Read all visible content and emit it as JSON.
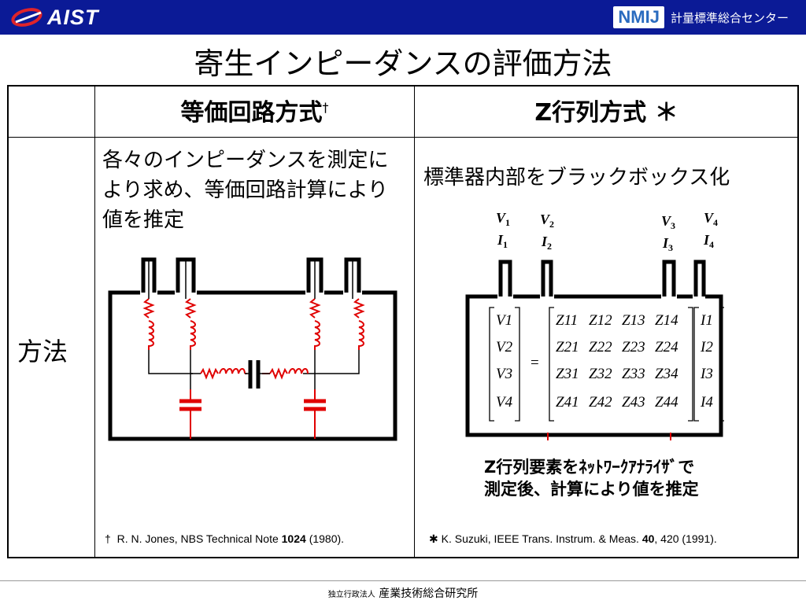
{
  "header": {
    "aist_logo": "AIST",
    "nmij_logo": "NMIJ",
    "nmij_name": "計量標準総合センター"
  },
  "title": "寄生インピーダンスの評価方法",
  "table": {
    "col1_header": "等価回路方式",
    "col1_mark": "†",
    "col2_header": "Z行列方式 ＊",
    "row_label": "方法",
    "col1_desc": "各々のインピーダンスを測定により求め、等価回路計算により値を推定",
    "col2_desc": "標準器内部をブラックボックス化",
    "col2_note_line1": "Z行列要素をﾈｯﾄﾜｰｸｱﾅﾗｲｻﾞで",
    "col2_note_line2": "測定後、計算により値を推定",
    "ref1_mark": "†",
    "ref1_text": "R. N. Jones, NBS Technical Note",
    "ref1_bold": "1024",
    "ref1_year": "(1980).",
    "ref2_mark": "✱",
    "ref2_text": "K. Suzuki, IEEE Trans. Instrum. & Meas.",
    "ref2_bold": "40",
    "ref2_rest": ", 420 (1991)."
  },
  "ports": [
    {
      "v": "V",
      "vi": "1",
      "i": "I",
      "ii": "1"
    },
    {
      "v": "V",
      "vi": "2",
      "i": "I",
      "ii": "2"
    },
    {
      "v": "V",
      "vi": "3",
      "i": "I",
      "ii": "3"
    },
    {
      "v": "V",
      "vi": "4",
      "i": "I",
      "ii": "4"
    }
  ],
  "matrix": {
    "v_vector": [
      "V1",
      "V2",
      "V3",
      "V4"
    ],
    "equals": "=",
    "z_rows": [
      [
        "Z11",
        "Z12",
        "Z13",
        "Z14"
      ],
      [
        "Z21",
        "Z22",
        "Z23",
        "Z24"
      ],
      [
        "Z31",
        "Z32",
        "Z33",
        "Z34"
      ],
      [
        "Z41",
        "Z42",
        "Z43",
        "Z44"
      ]
    ],
    "i_vector": [
      "I1",
      "I2",
      "I3",
      "I4"
    ]
  },
  "footer": {
    "org_prefix": "独立行政法人",
    "org_name": "産業技術総合研究所"
  },
  "colors": {
    "topbar": "#0b1a96",
    "component_red": "#e00000"
  }
}
